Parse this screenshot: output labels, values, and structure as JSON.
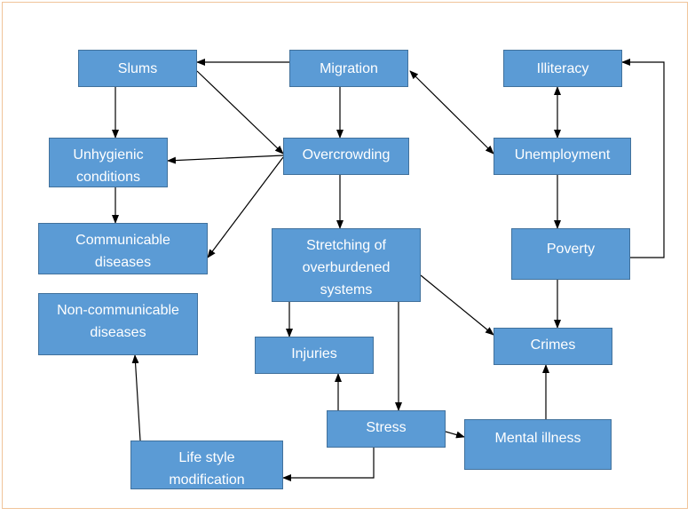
{
  "diagram": {
    "nodes": [
      {
        "id": "slums",
        "label": "Slums"
      },
      {
        "id": "migration",
        "label": "Migration"
      },
      {
        "id": "illiteracy",
        "label": "Illiteracy"
      },
      {
        "id": "unhygienic",
        "label": "Unhygienic conditions"
      },
      {
        "id": "overcrowding",
        "label": "Overcrowding"
      },
      {
        "id": "unemployment",
        "label": "Unemployment"
      },
      {
        "id": "communicable",
        "label": "Communicable diseases"
      },
      {
        "id": "stretching",
        "label": "Stretching of overburdened systems"
      },
      {
        "id": "poverty",
        "label": "Poverty"
      },
      {
        "id": "noncommunicable",
        "label": "Non-communicable diseases"
      },
      {
        "id": "crimes",
        "label": "Crimes"
      },
      {
        "id": "injuries",
        "label": "Injuries"
      },
      {
        "id": "stress",
        "label": "Stress"
      },
      {
        "id": "mental",
        "label": "Mental illness"
      },
      {
        "id": "lifestyle",
        "label": "Life style modification"
      }
    ],
    "edges": [
      {
        "from": "migration",
        "to": "slums",
        "direction": "forward"
      },
      {
        "from": "migration",
        "to": "overcrowding",
        "direction": "forward"
      },
      {
        "from": "migration",
        "to": "unemployment",
        "direction": "both"
      },
      {
        "from": "slums",
        "to": "unhygienic",
        "direction": "forward"
      },
      {
        "from": "slums",
        "to": "overcrowding",
        "direction": "forward"
      },
      {
        "from": "overcrowding",
        "to": "unhygienic",
        "direction": "forward"
      },
      {
        "from": "overcrowding",
        "to": "communicable",
        "direction": "forward"
      },
      {
        "from": "overcrowding",
        "to": "stretching",
        "direction": "forward"
      },
      {
        "from": "unhygienic",
        "to": "communicable",
        "direction": "forward"
      },
      {
        "from": "illiteracy",
        "to": "unemployment",
        "direction": "both"
      },
      {
        "from": "unemployment",
        "to": "poverty",
        "direction": "forward"
      },
      {
        "from": "poverty",
        "to": "illiteracy",
        "direction": "forward"
      },
      {
        "from": "poverty",
        "to": "crimes",
        "direction": "forward"
      },
      {
        "from": "stretching",
        "to": "injuries",
        "direction": "forward"
      },
      {
        "from": "stretching",
        "to": "crimes",
        "direction": "forward"
      },
      {
        "from": "stretching",
        "to": "stress",
        "direction": "forward"
      },
      {
        "from": "stress",
        "to": "injuries",
        "direction": "forward"
      },
      {
        "from": "stress",
        "to": "mental",
        "direction": "forward"
      },
      {
        "from": "stress",
        "to": "lifestyle",
        "direction": "forward"
      },
      {
        "from": "mental",
        "to": "crimes",
        "direction": "forward"
      },
      {
        "from": "lifestyle",
        "to": "noncommunicable",
        "direction": "forward"
      }
    ]
  },
  "colors": {
    "node_fill": "#5b9bd5",
    "node_border": "#41719c",
    "node_text": "#ffffff",
    "arrow": "#000000",
    "frame": "#f0c49a"
  }
}
